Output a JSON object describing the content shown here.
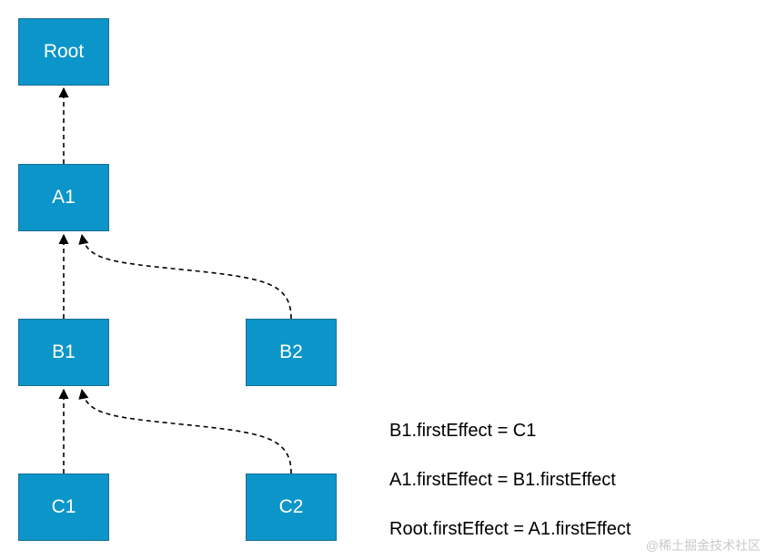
{
  "colors": {
    "node_fill": "#0b95c9",
    "node_border": "#1a6f96",
    "node_text": "#ffffff",
    "edge": "#000000"
  },
  "nodes": {
    "root": "Root",
    "a1": "A1",
    "b1": "B1",
    "b2": "B2",
    "c1": "C1",
    "c2": "C2"
  },
  "edges": [
    {
      "from": "A1",
      "to": "Root",
      "style": "dashed",
      "arrow": "to"
    },
    {
      "from": "B1",
      "to": "A1",
      "style": "dashed",
      "arrow": "to"
    },
    {
      "from": "B2",
      "to": "A1",
      "style": "dashed-curve",
      "arrow": "to"
    },
    {
      "from": "C1",
      "to": "B1",
      "style": "dashed",
      "arrow": "to"
    },
    {
      "from": "C2",
      "to": "B1",
      "style": "dashed-curve",
      "arrow": "to"
    }
  ],
  "equations": [
    "B1.firstEffect = C1",
    "A1.firstEffect = B1.firstEffect",
    "Root.firstEffect = A1.firstEffect"
  ],
  "watermark": "@稀土掘金技术社区"
}
